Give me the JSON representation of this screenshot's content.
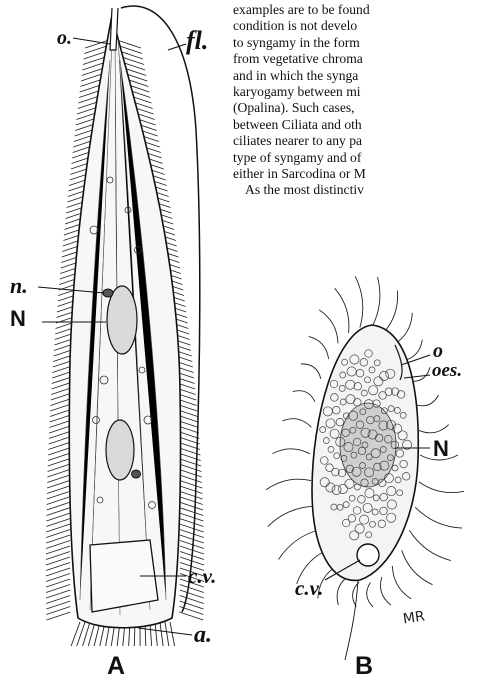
{
  "text": {
    "lines": [
      "examples are to be found",
      "condition is not develo",
      "to syngamy in the form",
      "from vegetative chroma",
      "and in which the synga",
      "karyogamy between mi",
      "(Opalina).   Such cases,",
      "between Ciliata and oth",
      "ciliates nearer to any pa",
      "type of syngamy and of",
      "either in Sarcodina or M",
      "As the most distinctiv"
    ]
  },
  "figure_a": {
    "caption": "A",
    "labels": {
      "o": "o.",
      "fl": "fl.",
      "n": "n.",
      "N": "N",
      "cv": "c.v.",
      "a": "a."
    }
  },
  "figure_b": {
    "caption": "B",
    "labels": {
      "o": "o",
      "oes": "oes.",
      "N": "N",
      "cv": "c.v."
    },
    "signature": "MR"
  }
}
